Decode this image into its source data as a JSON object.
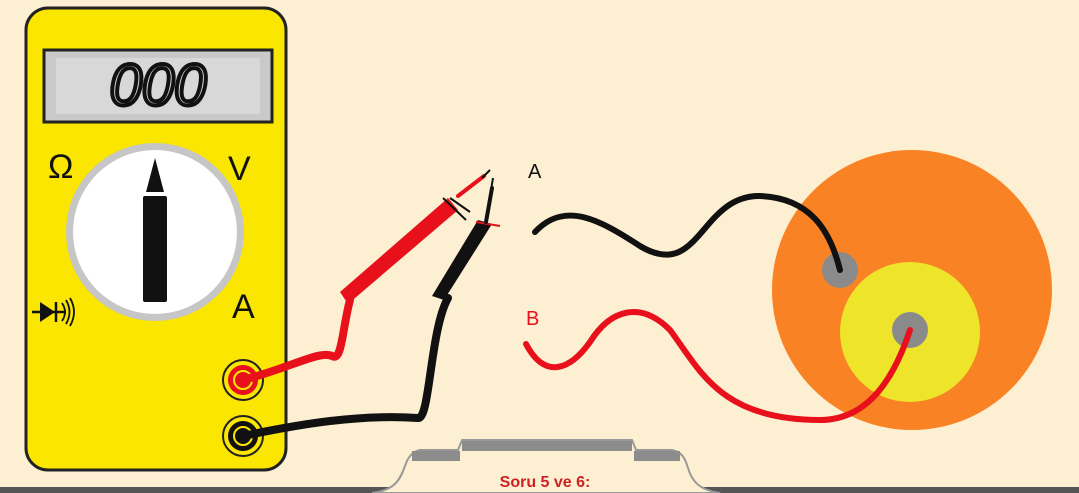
{
  "multimeter": {
    "display_value": "000",
    "dial_labels": {
      "ohm": "Ω",
      "volt": "V",
      "amp": "A"
    },
    "diode_icon": "diode-sound-icon",
    "colors": {
      "body": "#fae600",
      "probe_red": "#e8111b",
      "probe_black": "#111111"
    }
  },
  "wires": {
    "a_label": "A",
    "b_label": "B",
    "b_label_color": "#e8111b"
  },
  "battery": {
    "outer_color": "#f98324",
    "inner_color": "#eee52a",
    "terminal_color": "#8a8a8a"
  },
  "footer": {
    "tab_title": "Soru 5 ve 6:"
  }
}
